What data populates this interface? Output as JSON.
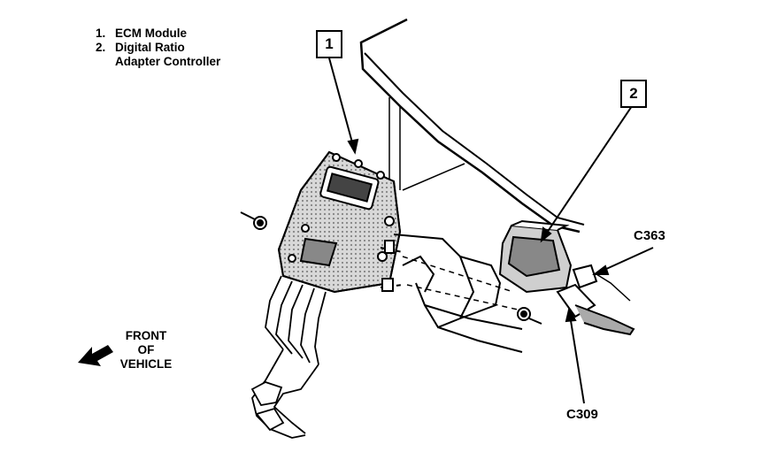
{
  "legend": {
    "items": [
      {
        "number": "1.",
        "label": "ECM Module"
      },
      {
        "number": "2.",
        "label": "Digital Ratio",
        "label_line2": "Adapter Controller"
      }
    ]
  },
  "callouts": {
    "box1": "1",
    "box2": "2",
    "c363": "C363",
    "c309": "C309"
  },
  "direction": {
    "line1": "FRONT",
    "line2": "OF",
    "line3": "VEHICLE"
  }
}
